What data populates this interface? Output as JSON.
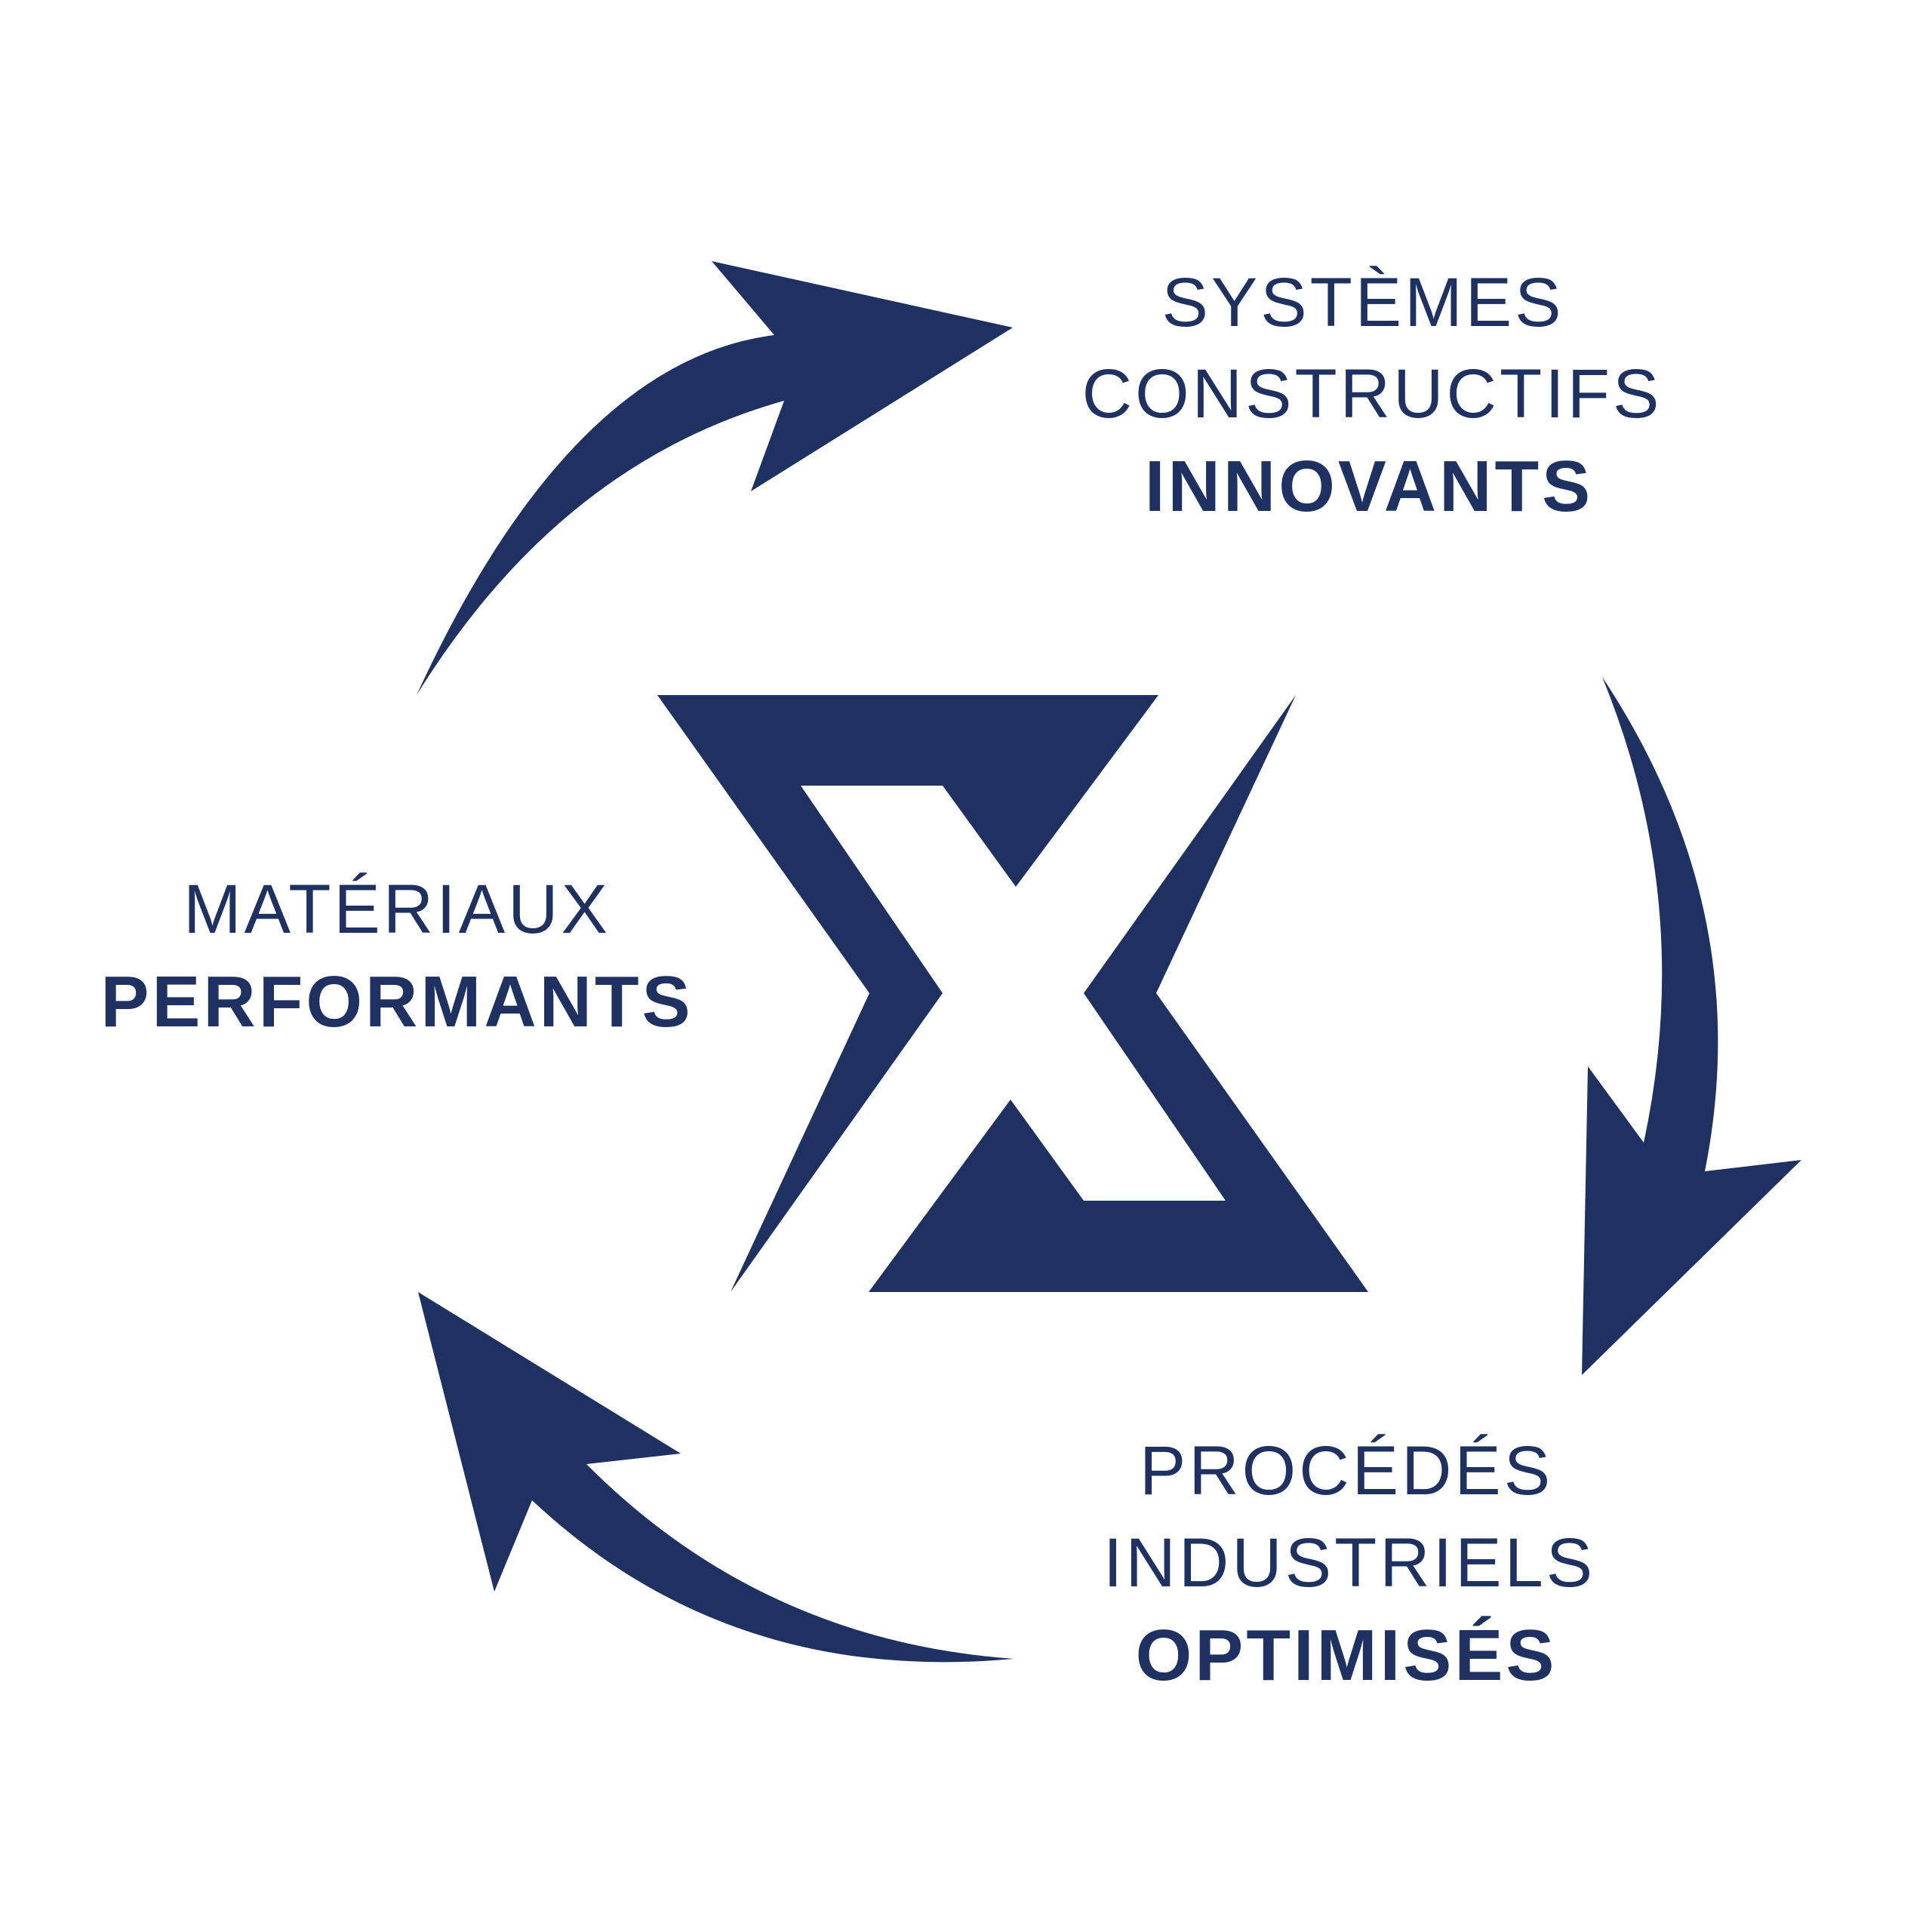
{
  "colors": {
    "primary": "#1F3160",
    "background": "#FFFFFF"
  },
  "logo": {
    "icon": "sigma-x-logo-icon"
  },
  "cycle": {
    "arrows": [
      {
        "name": "arrow-top-icon",
        "icon": "curved-arrow-icon"
      },
      {
        "name": "arrow-right-icon",
        "icon": "curved-arrow-icon"
      },
      {
        "name": "arrow-bottom-icon",
        "icon": "curved-arrow-icon"
      }
    ]
  },
  "labels": {
    "systemes": {
      "line1": "SYSTÈMES",
      "line2": "CONSTRUCTIFS",
      "line3": "INNOVANTS"
    },
    "procedes": {
      "line1": "PROCÉDÉS",
      "line2": "INDUSTRIELS",
      "line3": "OPTIMISÉS"
    },
    "materiaux": {
      "line1": "MATÉRIAUX",
      "line2": "PERFORMANTS"
    }
  }
}
